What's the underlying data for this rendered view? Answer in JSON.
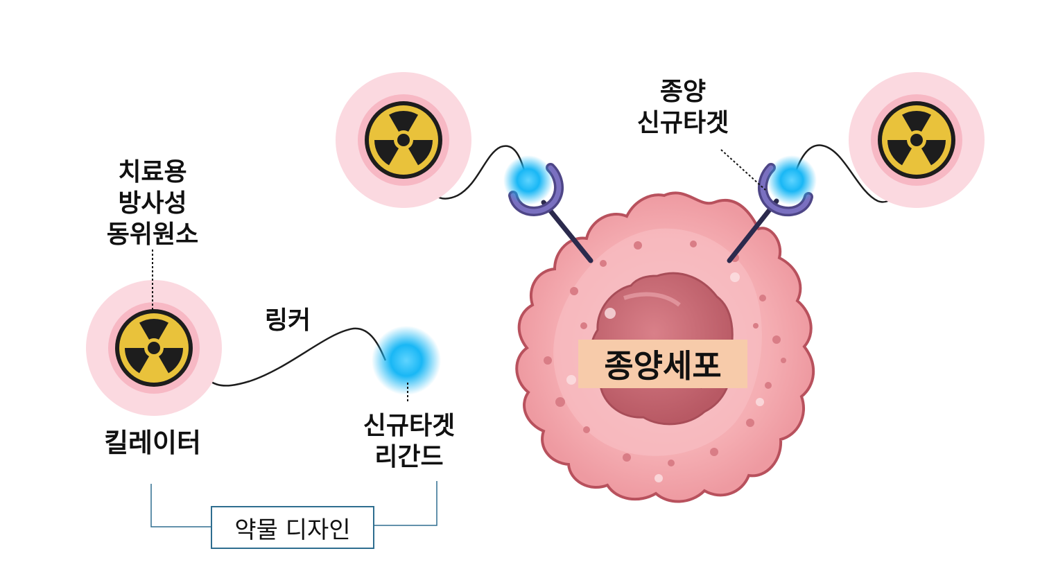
{
  "labels": {
    "isotope": [
      "치료용",
      "방사성",
      "동위원소"
    ],
    "linker": "링커",
    "chelator": "킬레이터",
    "ligand": [
      "신규타겟",
      "리간드"
    ],
    "tumor_target": [
      "종양",
      "신규타겟"
    ],
    "drug_design": "약물 디자인",
    "tumor_cell": "종양세포"
  },
  "icons": {
    "isotope": "radiation-trefoil",
    "ligand": "glow-dot",
    "receptor": "receptor-cup"
  },
  "colors": {
    "halo": "#fbd9e0",
    "trefoil_yellow": "#e9c23b",
    "trefoil_black": "#1d1d1d",
    "glow": "#19b7f5",
    "receptor": "#6a60a8",
    "cell_outer": "#f4a3a8",
    "cell_nucleus": "#c96872",
    "label_bg": "#f7cbaa",
    "box_border": "#2e6d8f"
  }
}
